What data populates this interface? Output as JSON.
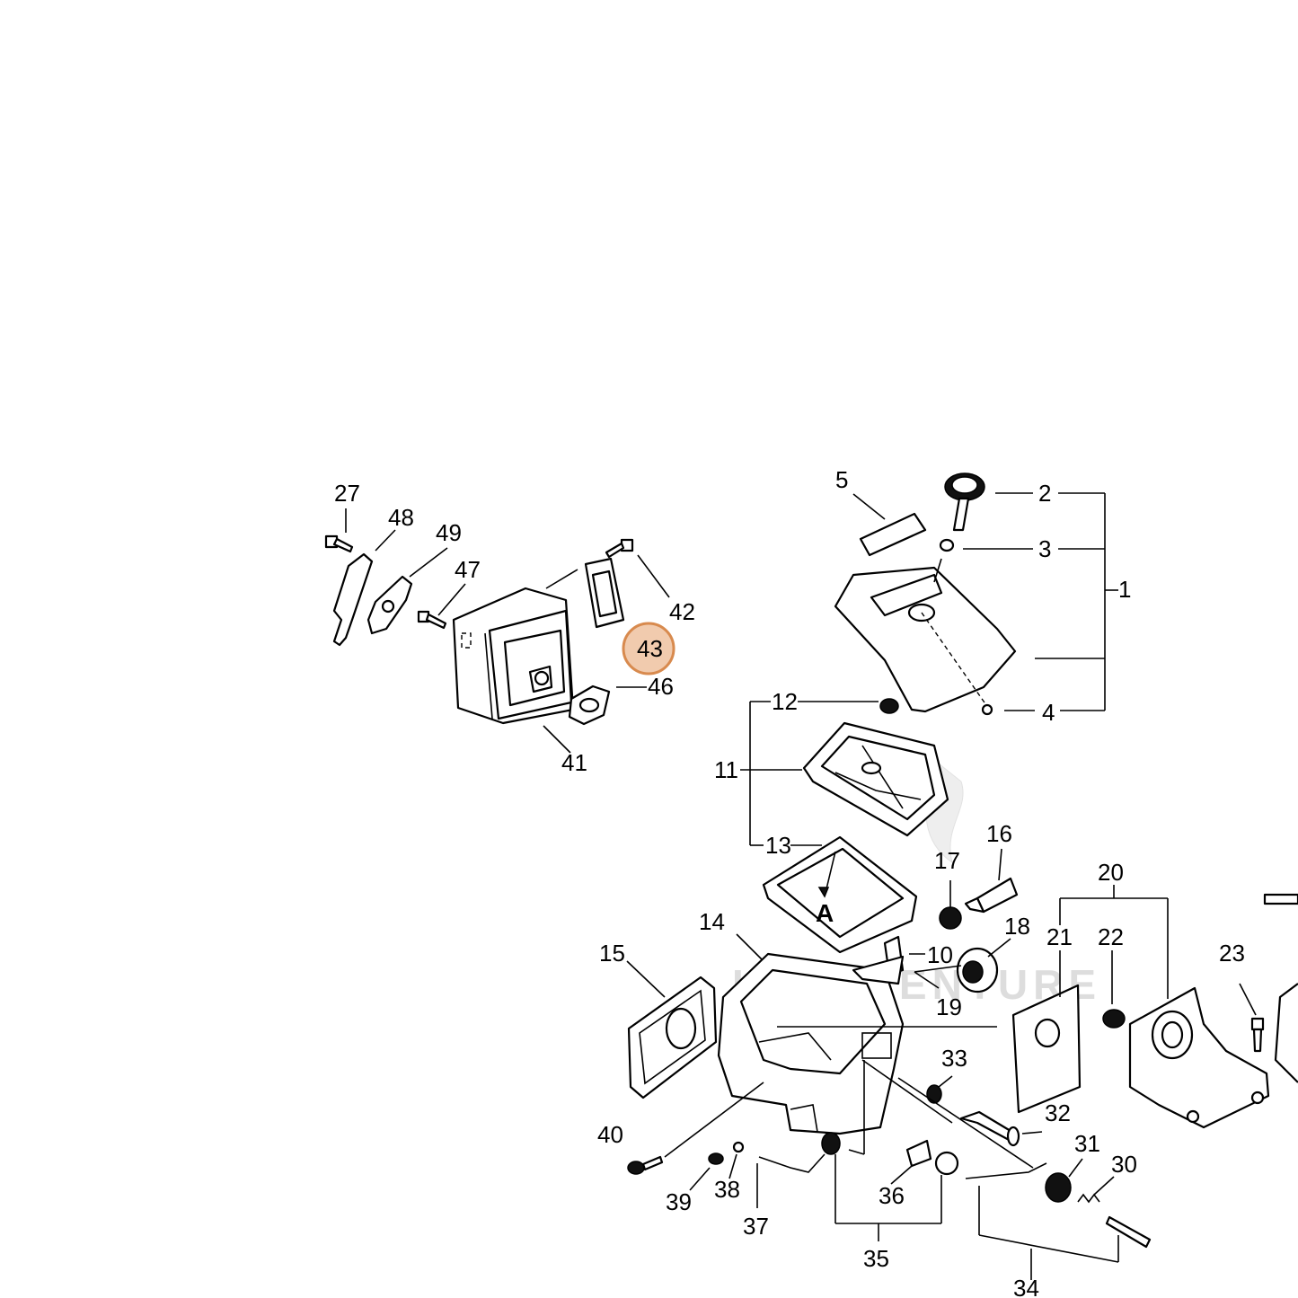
{
  "diagram": {
    "callouts": [
      "1",
      "2",
      "3",
      "4",
      "5",
      "10",
      "11",
      "12",
      "13",
      "14",
      "15",
      "16",
      "17",
      "18",
      "19",
      "20",
      "21",
      "22",
      "23",
      "27",
      "30",
      "31",
      "32",
      "33",
      "34",
      "35",
      "36",
      "37",
      "38",
      "39",
      "40",
      "41",
      "42",
      "43",
      "46",
      "47",
      "48",
      "49"
    ],
    "highlighted_part": "43",
    "highlight_color": "#e8a878",
    "section_marker": "A",
    "watermark": "LEADVENTURE"
  }
}
